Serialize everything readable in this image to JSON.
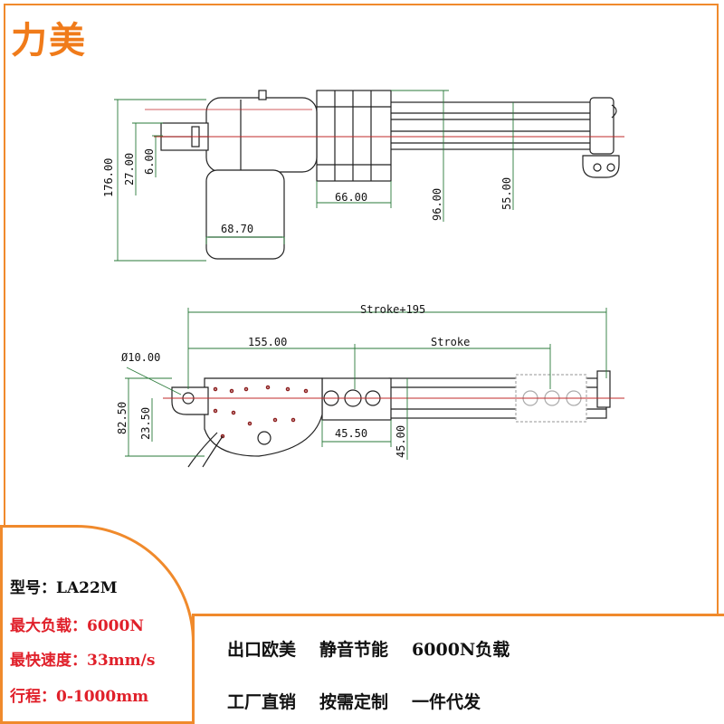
{
  "brand": "力美",
  "dims": {
    "top": {
      "h176": "176.00",
      "h27": "27.00",
      "h6": "6.00",
      "w66": "66.00",
      "h96": "96.00",
      "h55": "55.00",
      "w68_70": "68.70"
    },
    "bottom": {
      "total": "Stroke+195",
      "w155": "155.00",
      "stroke": "Stroke",
      "dia": "Ø10.00",
      "h82_50": "82.50",
      "h23_50": "23.50",
      "w45_50": "45.50",
      "h45": "45.00"
    }
  },
  "specs": [
    {
      "label": "型号：",
      "value": "LA22M"
    },
    {
      "label": "最大负载：",
      "value": "6000N"
    },
    {
      "label": "最快速度：",
      "value": "33mm/s"
    },
    {
      "label": "行程：",
      "value": "0-1000mm"
    }
  ],
  "features": {
    "row1": [
      "出口欧美",
      "静音节能",
      "6000N负载"
    ],
    "row2": [
      "工厂直销",
      "按需定制",
      "一件代发"
    ]
  },
  "colors": {
    "accent": "#f08a2c",
    "spec_red": "#e0202a",
    "centerline": "#c0282a"
  }
}
